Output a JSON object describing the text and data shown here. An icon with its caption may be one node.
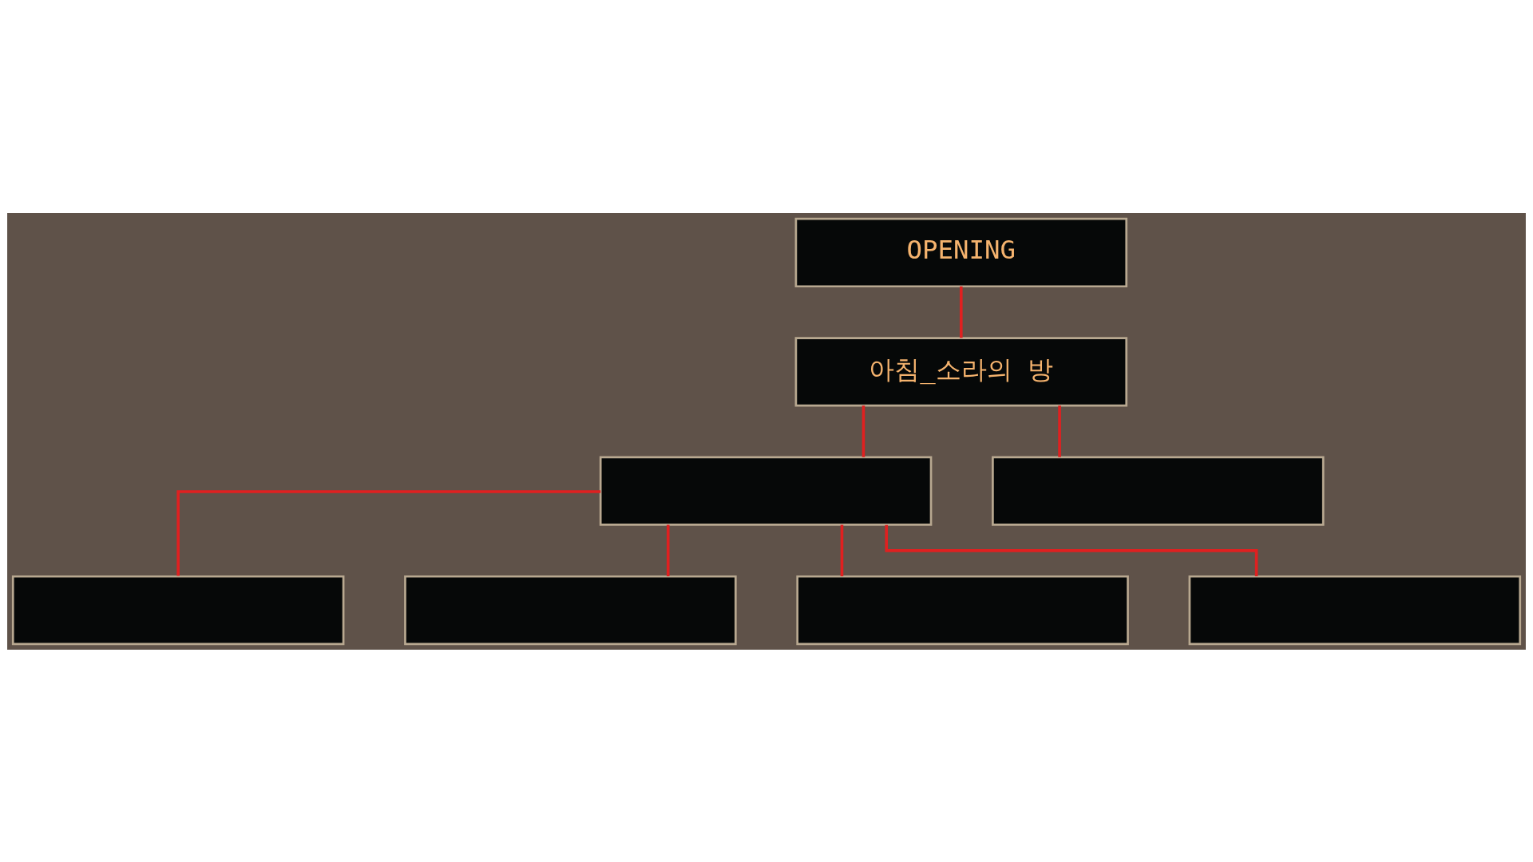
{
  "diagram": {
    "nodes": [
      {
        "text": [
          "OPENING"
        ]
      },
      {
        "text": [
          "아침_소라의 방"
        ]
      },
      {
        "text": [],
        "shape": "box"
      },
      {
        "text": [],
        "shape": "box"
      },
      {
        "text": [],
        "shape": "box"
      },
      {
        "text": [],
        "shape": "box"
      },
      {
        "text": [],
        "shape": "box"
      },
      {
        "text": [],
        "shape": "box"
      }
    ],
    "edges": [
      {
        "from": 0,
        "to": 1,
        "arrow": "none"
      },
      {
        "from": 1,
        "to": 2,
        "arrow": "none"
      },
      {
        "from": 1,
        "to": 3,
        "arrow": "none"
      },
      {
        "from": 2,
        "to": 5,
        "arrow": "none"
      },
      {
        "from": 2,
        "to": 4,
        "arrow": "none"
      },
      {
        "from": 2,
        "to": 6,
        "arrow": "none"
      },
      {
        "from": 2,
        "to": 7,
        "arrow": "none"
      }
    ]
  }
}
